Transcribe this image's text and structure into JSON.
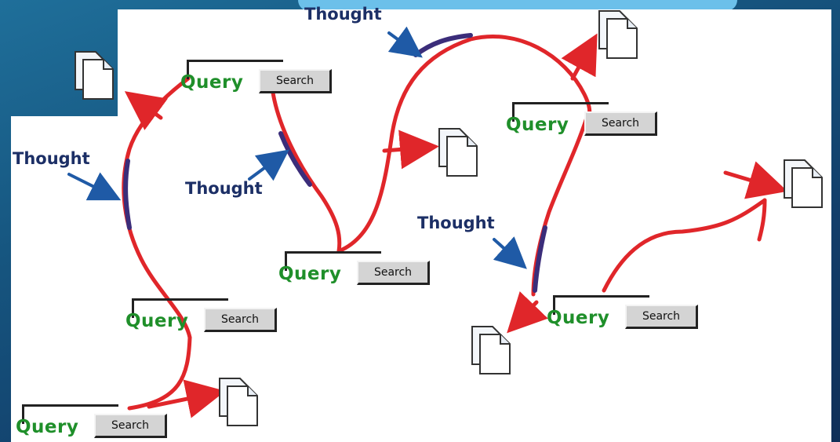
{
  "thought_label": "Thought",
  "query_label": "Query",
  "search_label": "Search",
  "colors": {
    "path": "#e0262a",
    "thought_segment": "#3b2d7a",
    "arrow_blue": "#1f5aa6",
    "query_text": "#1f8f2a",
    "thought_text": "#1c2f66"
  }
}
